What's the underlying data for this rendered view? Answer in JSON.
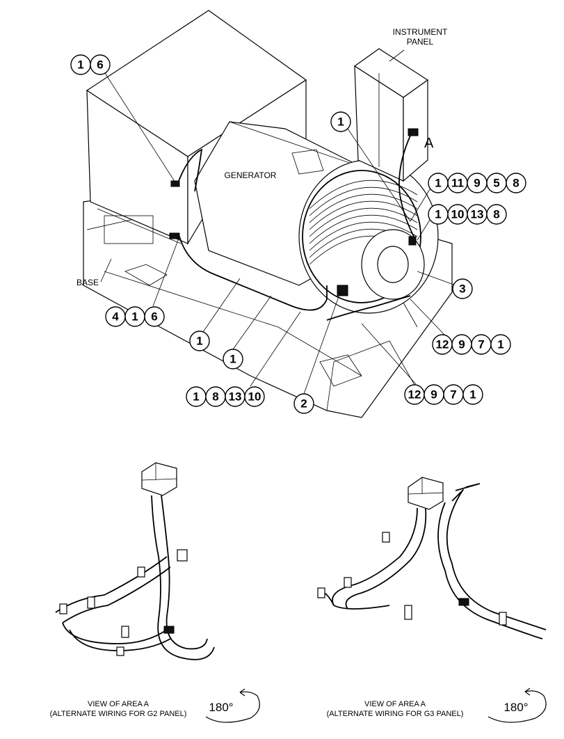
{
  "labels": {
    "instrument_panel": [
      "INSTRUMENT",
      "PANEL"
    ],
    "generator": "GENERATOR",
    "base": "BASE",
    "area_a": "A"
  },
  "callouts": [
    {
      "id": "c-1-6-top",
      "items": [
        "1",
        "6"
      ]
    },
    {
      "id": "c-1-top",
      "items": [
        "1"
      ]
    },
    {
      "id": "c-1-11-9-5-8",
      "items": [
        "1",
        "11",
        "9",
        "5",
        "8"
      ]
    },
    {
      "id": "c-1-10-13-8",
      "items": [
        "1",
        "10",
        "13",
        "8"
      ]
    },
    {
      "id": "c-3",
      "items": [
        "3"
      ]
    },
    {
      "id": "c-12-9-7-1-a",
      "items": [
        "12",
        "9",
        "7",
        "1"
      ]
    },
    {
      "id": "c-12-9-7-1-b",
      "items": [
        "12",
        "9",
        "7",
        "1"
      ]
    },
    {
      "id": "c-2",
      "items": [
        "2"
      ]
    },
    {
      "id": "c-1-8-13-10",
      "items": [
        "1",
        "8",
        "13",
        "10"
      ]
    },
    {
      "id": "c-1-lower",
      "items": [
        "1"
      ]
    },
    {
      "id": "c-1-mid",
      "items": [
        "1"
      ]
    },
    {
      "id": "c-4-1-6",
      "items": [
        "4",
        "1",
        "6"
      ]
    }
  ],
  "views": [
    {
      "caption": [
        "VIEW OF AREA A",
        "(ALTERNATE WIRING FOR G2 PANEL)"
      ],
      "rotation": "180°"
    },
    {
      "caption": [
        "VIEW OF AREA A",
        "(ALTERNATE WIRING FOR G3 PANEL)"
      ],
      "rotation": "180°"
    }
  ]
}
